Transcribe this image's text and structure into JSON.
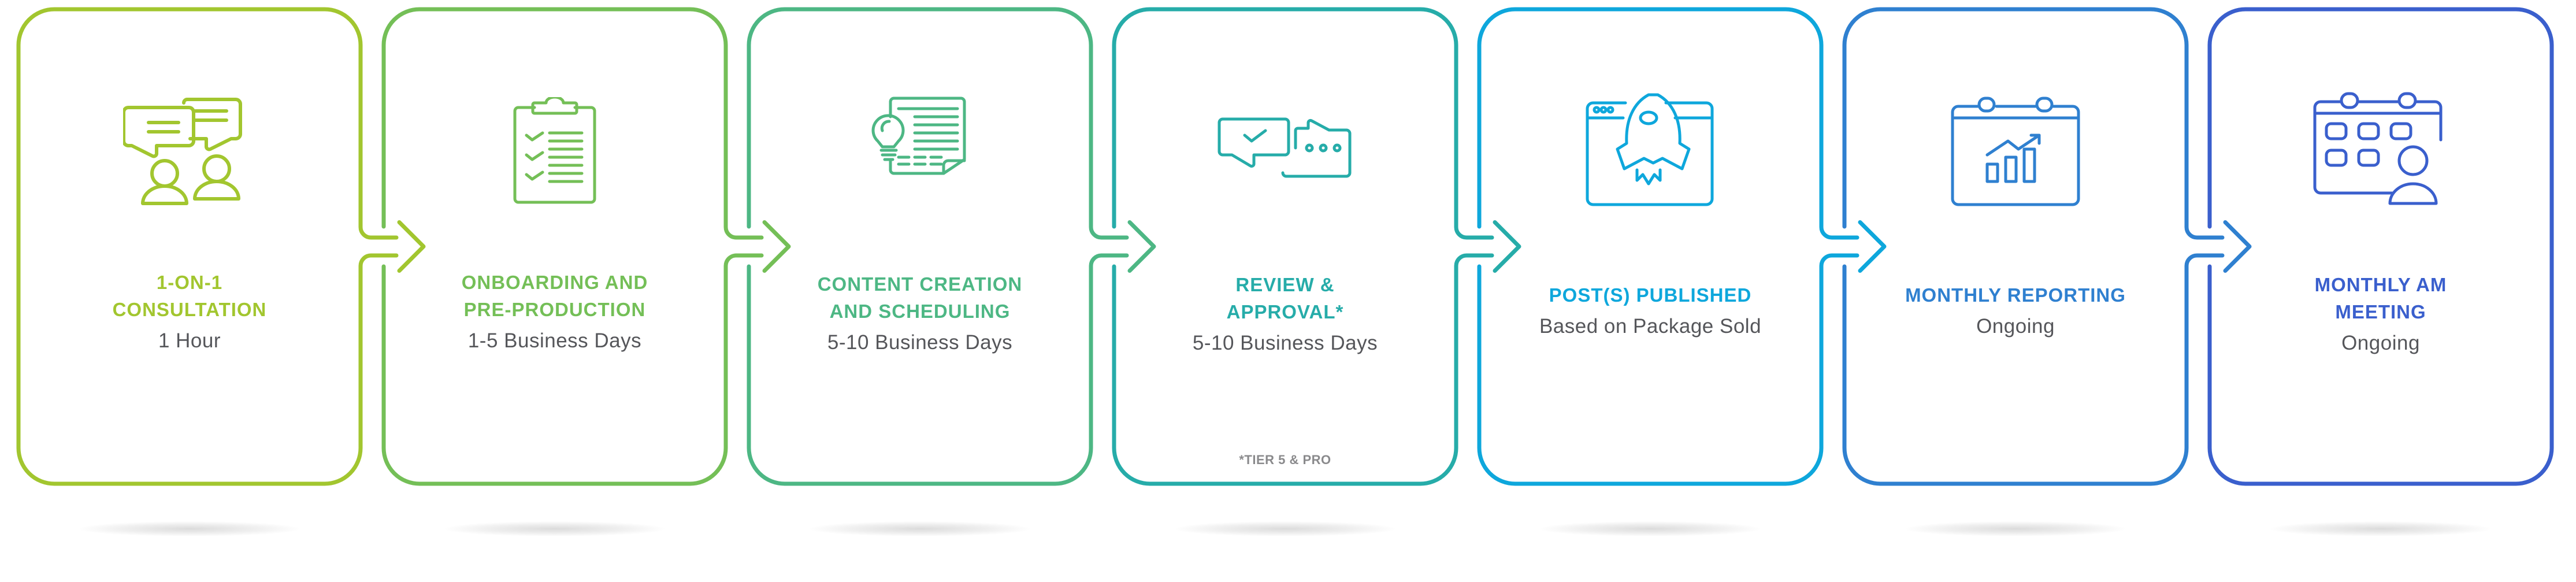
{
  "diagram": {
    "type": "process-flow",
    "steps": [
      {
        "title_lines": [
          "1-ON-1",
          "CONSULTATION"
        ],
        "subtitle": "1 Hour",
        "icon": "consultation-chat-icon",
        "color": "#a2c62f"
      },
      {
        "title_lines": [
          "ONBOARDING AND",
          "PRE-PRODUCTION"
        ],
        "subtitle": "1-5 Business Days",
        "icon": "clipboard-checklist-icon",
        "color": "#74bf57"
      },
      {
        "title_lines": [
          "CONTENT CREATION",
          "AND SCHEDULING"
        ],
        "subtitle": "5-10 Business Days",
        "icon": "document-lightbulb-icon",
        "color": "#4db784"
      },
      {
        "title_lines": [
          "REVIEW &",
          "APPROVAL*"
        ],
        "subtitle": "5-10 Business Days",
        "footnote": "*TIER 5 & PRO",
        "icon": "review-chat-check-icon",
        "color": "#26aca9"
      },
      {
        "title_lines": [
          "POST(S) PUBLISHED"
        ],
        "subtitle": "Based on Package Sold",
        "icon": "rocket-browser-icon",
        "color": "#0ea7dc"
      },
      {
        "title_lines": [
          "MONTHLY REPORTING"
        ],
        "subtitle": "Ongoing",
        "icon": "calendar-chart-icon",
        "color": "#2f80d0"
      },
      {
        "title_lines": [
          "MONTHLY AM",
          "MEETING"
        ],
        "subtitle": "Ongoing",
        "icon": "calendar-person-icon",
        "color": "#3a5fcd"
      }
    ]
  }
}
